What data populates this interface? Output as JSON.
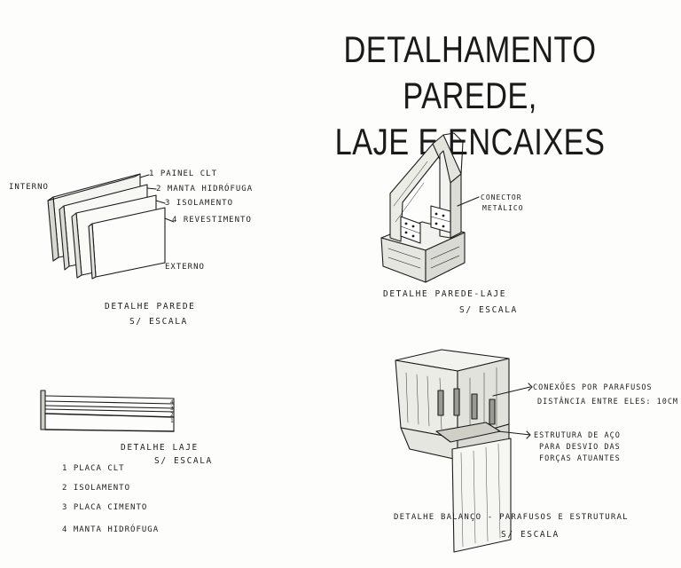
{
  "title_line1": "DETALHAMENTO PAREDE,",
  "title_line2": "LAJE E ENCAIXES",
  "wall": {
    "interno": "INTERNO",
    "externo": "EXTERNO",
    "layers": [
      "1 PAINEL CLT",
      "2 MANTA HIDRÓFUGA",
      "3 ISOLAMENTO",
      "4 REVESTIMENTO"
    ],
    "caption": "DETALHE PAREDE",
    "scale": "S/ ESCALA"
  },
  "wall_slab": {
    "connector": [
      "CONECTOR",
      "METÁLICO"
    ],
    "caption": "DETALHE PAREDE-LAJE",
    "scale": "S/ ESCALA"
  },
  "slab": {
    "numbers": [
      "4",
      "3",
      "2",
      "1"
    ],
    "caption": "DETALHE LAJE",
    "scale": "S/ ESCALA",
    "layers": [
      "1 PLACA CLT",
      "2 ISOLAMENTO",
      "3 PLACA CIMENTO",
      "4 MANTA HIDRÓFUGA"
    ]
  },
  "cantilever": {
    "note1": [
      "CONEXÕES POR PARAFUSOS",
      "DISTÂNCIA ENTRE ELES: 10CM"
    ],
    "note2": [
      "ESTRUTURA DE AÇO",
      "PARA DESVIO DAS",
      "FORÇAS ATUANTES"
    ],
    "caption": "DETALHE BALANÇO - PARAFUSOS E ESTRUTURAL",
    "scale": "S/ ESCALA"
  }
}
